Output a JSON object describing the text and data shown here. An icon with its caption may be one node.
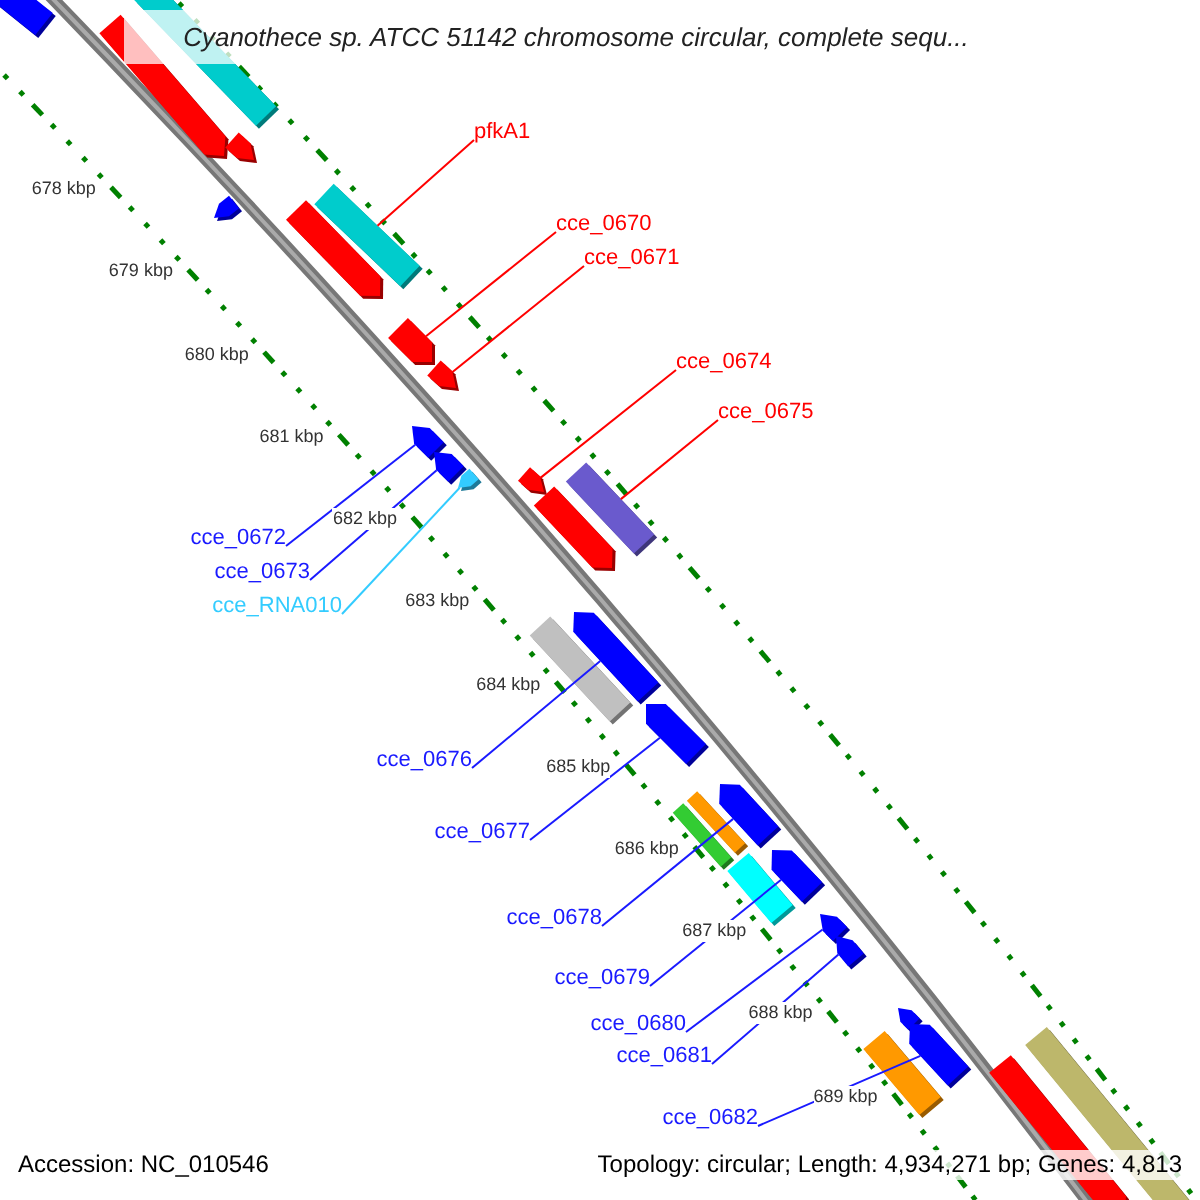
{
  "diagram": {
    "title": "Cyanothece sp. ATCC 51142 chromosome circular, complete sequ...",
    "nodes": [
      {
        "text": [
          "pfkA1"
        ]
      },
      {
        "text": [
          "cce_0670"
        ]
      },
      {
        "text": [
          "cce_0671"
        ]
      },
      {
        "text": [
          "cce_0674"
        ]
      },
      {
        "text": [
          "cce_0675"
        ]
      },
      {
        "text": [
          "cce_0672"
        ]
      },
      {
        "text": [
          "cce_0673"
        ]
      },
      {
        "text": [
          "cce_RNA010"
        ]
      },
      {
        "text": [
          "cce_0676"
        ]
      },
      {
        "text": [
          "cce_0677"
        ]
      },
      {
        "text": [
          "cce_0678"
        ]
      },
      {
        "text": [
          "cce_0679"
        ]
      },
      {
        "text": [
          "cce_0680"
        ]
      },
      {
        "text": [
          "cce_0681"
        ]
      },
      {
        "text": [
          "cce_0682"
        ]
      },
      {
        "text": [],
        "shape": "pentagon"
      },
      {
        "text": [],
        "shape": "bar"
      },
      {
        "text": [],
        "shape": "pentagon"
      },
      {
        "text": [],
        "shape": "pentagon"
      },
      {
        "text": [],
        "shape": "bar"
      },
      {
        "text": [],
        "shape": "pentagon"
      },
      {
        "text": [],
        "shape": "pentagon"
      },
      {
        "text": [],
        "shape": "pentagon"
      },
      {
        "text": [],
        "shape": "pentagon"
      },
      {
        "text": [],
        "shape": "pentagon"
      },
      {
        "text": [],
        "shape": "pentagon"
      },
      {
        "text": [],
        "shape": "bar"
      },
      {
        "text": [],
        "shape": "pentagon"
      },
      {
        "text": [],
        "shape": "pentagon"
      },
      {
        "text": [],
        "shape": "pentagon"
      },
      {
        "text": [],
        "shape": "pentagon"
      },
      {
        "text": [],
        "shape": "bar"
      },
      {
        "text": [],
        "shape": "pentagon"
      },
      {
        "text": [],
        "shape": "pentagon"
      },
      {
        "text": [],
        "shape": "bar"
      },
      {
        "text": [],
        "shape": "bar"
      },
      {
        "text": [],
        "shape": "pentagon"
      },
      {
        "text": [],
        "shape": "bar"
      },
      {
        "text": [],
        "shape": "pentagon"
      },
      {
        "text": [],
        "shape": "pentagon"
      },
      {
        "text": [],
        "shape": "pentagon"
      },
      {
        "text": [],
        "shape": "pentagon"
      },
      {
        "text": [],
        "shape": "bar"
      },
      {
        "text": [],
        "shape": "bar"
      },
      {
        "text": [],
        "shape": "pentagon"
      }
    ],
    "edges": [
      {
        "from": 0,
        "to": 19,
        "arrow": "none",
        "color": "#ff0000"
      },
      {
        "from": 1,
        "to": 22,
        "arrow": "none",
        "color": "#ff0000"
      },
      {
        "from": 2,
        "to": 23,
        "arrow": "none",
        "color": "#ff0000"
      },
      {
        "from": 3,
        "to": 28,
        "arrow": "none",
        "color": "#ff0000"
      },
      {
        "from": 4,
        "to": 26,
        "arrow": "none",
        "color": "#ff0000"
      },
      {
        "from": 5,
        "to": 24,
        "arrow": "none"
      },
      {
        "from": 6,
        "to": 25,
        "arrow": "none"
      },
      {
        "from": 7,
        "to": 27,
        "arrow": "none",
        "color": "#33ccff"
      },
      {
        "from": 8,
        "to": 30,
        "arrow": "none"
      },
      {
        "from": 9,
        "to": 32,
        "arrow": "none"
      },
      {
        "from": 10,
        "to": 33,
        "arrow": "none"
      },
      {
        "from": 11,
        "to": 36,
        "arrow": "none"
      },
      {
        "from": 12,
        "to": 38,
        "arrow": "none"
      },
      {
        "from": 13,
        "to": 39,
        "arrow": "none"
      },
      {
        "from": 14,
        "to": 41,
        "arrow": "none"
      }
    ],
    "labels": [
      "678 kbp",
      "679 kbp",
      "680 kbp",
      "681 kbp",
      "682 kbp",
      "683 kbp",
      "684 kbp",
      "685 kbp",
      "686 kbp",
      "687 kbp",
      "688 kbp",
      "689 kbp",
      "Accession: NC_010546",
      "Topology: circular; Length: 4,934,271 bp; Genes: 4,813"
    ]
  }
}
